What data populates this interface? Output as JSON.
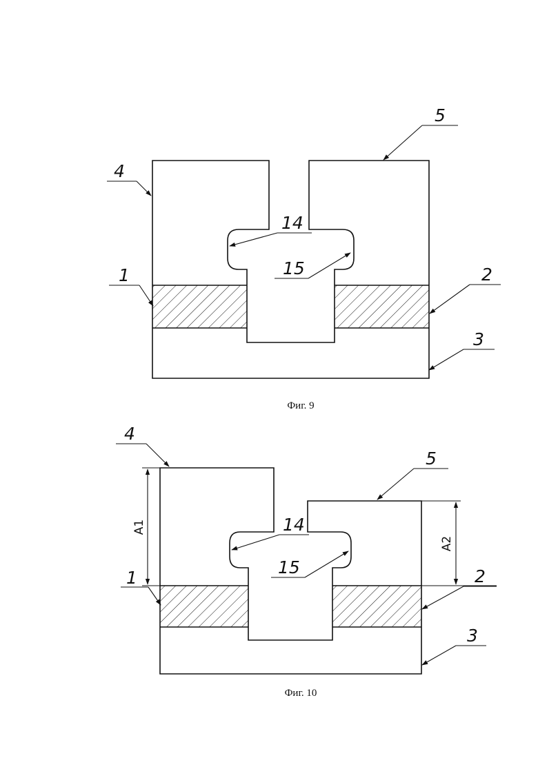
{
  "figures": [
    {
      "caption": "Фиг. 9",
      "labels": {
        "l1": "1",
        "l2": "2",
        "l3": "3",
        "l4": "4",
        "l5": "5",
        "l14": "14",
        "l15": "15"
      }
    },
    {
      "caption": "Фиг. 10",
      "labels": {
        "l1": "1",
        "l2": "2",
        "l3": "3",
        "l4": "4",
        "l5": "5",
        "l14": "14",
        "l15": "15"
      },
      "dimensions": {
        "a1": "A1",
        "a2": "A2"
      }
    }
  ]
}
